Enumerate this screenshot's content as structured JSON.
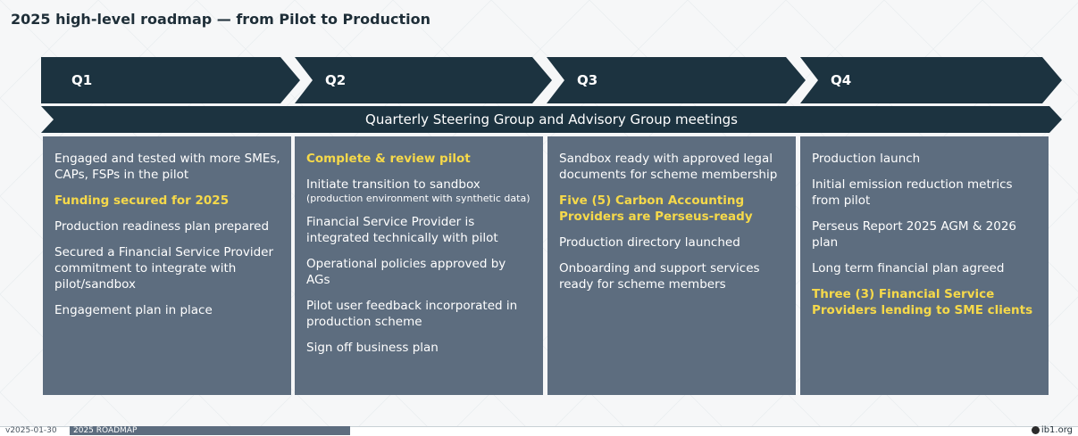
{
  "title": "2025 high-level roadmap — from Pilot to Production",
  "quarters": [
    "Q1",
    "Q2",
    "Q3",
    "Q4"
  ],
  "steering": "Quarterly Steering Group and Advisory Group meetings",
  "columns": [
    {
      "items": [
        {
          "text": "Engaged and tested with more SMEs, CAPs, FSPs in the pilot",
          "highlight": false
        },
        {
          "text": "Funding secured for 2025",
          "highlight": true
        },
        {
          "text": "Production readiness plan prepared",
          "highlight": false
        },
        {
          "text": "Secured a Financial Service Provider commitment to integrate with pilot/sandbox",
          "highlight": false
        },
        {
          "text": "Engagement plan in place",
          "highlight": false
        }
      ]
    },
    {
      "items": [
        {
          "text": "Complete & review pilot",
          "highlight": true
        },
        {
          "text": "Initiate transition to sandbox",
          "sub": "(production environment with synthetic data)",
          "highlight": false
        },
        {
          "text": "Financial Service Provider is integrated technically with pilot",
          "highlight": false
        },
        {
          "text": "Operational policies approved by AGs",
          "highlight": false
        },
        {
          "text": "Pilot user feedback incorporated in production scheme",
          "highlight": false
        },
        {
          "text": "Sign off business plan",
          "highlight": false
        }
      ]
    },
    {
      "items": [
        {
          "text": "Sandbox ready with approved legal documents for scheme membership",
          "highlight": false
        },
        {
          "text": "Five (5) Carbon Accounting Providers are Perseus-ready",
          "highlight": true
        },
        {
          "text": "Production directory launched",
          "highlight": false
        },
        {
          "text": "Onboarding and support services ready for scheme members",
          "highlight": false
        }
      ]
    },
    {
      "items": [
        {
          "text": "Production launch",
          "highlight": false
        },
        {
          "text": "Initial emission reduction metrics from pilot",
          "highlight": false
        },
        {
          "text": "Perseus Report 2025 AGM & 2026 plan",
          "highlight": false
        },
        {
          "text": "Long term financial plan agreed",
          "highlight": false
        },
        {
          "text": "Three (3) Financial Service Providers lending to SME clients",
          "highlight": true
        }
      ]
    }
  ],
  "footer": {
    "version": "v2025-01-30",
    "tab": "2025 ROADMAP",
    "org": "ib1.org"
  },
  "colors": {
    "arrow": "#1c3340",
    "panel": "#5d6d7f",
    "highlight": "#f6d94a"
  }
}
